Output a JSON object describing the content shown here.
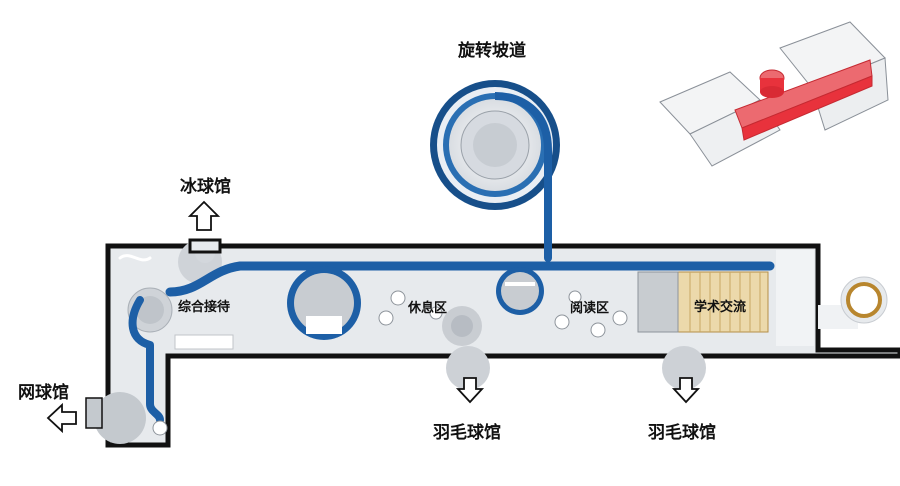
{
  "labels": {
    "ramp": "旋转坡道",
    "ice_hall": "冰球馆",
    "tennis_hall": "网球馆",
    "badminton_1": "羽毛球馆",
    "badminton_2": "羽毛球馆",
    "reception": "综合接待",
    "rest_area": "休息区",
    "reading_area": "阅读区",
    "academic_exchange": "学术交流"
  },
  "colors": {
    "corridor_blue": "#1d5fa6",
    "floor_gray": "#e6e9ec",
    "wall": "#111111",
    "wood": "#e2c98a",
    "highlight_red": "#e8323c"
  },
  "icons": [
    "arrow-up-icon",
    "arrow-down-icon",
    "arrow-left-icon"
  ]
}
